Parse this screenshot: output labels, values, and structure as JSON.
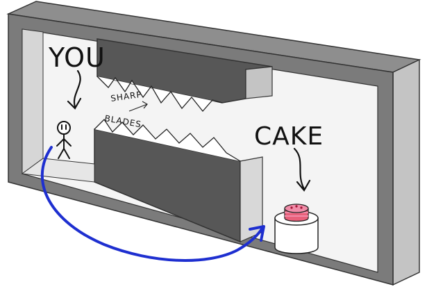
{
  "labels": {
    "you": "YOU",
    "cake": "CAKE",
    "sharp": "SHARP",
    "blades": "BLADES"
  },
  "colors": {
    "wall_front": "#7b7b7b",
    "wall_dark": "#575757",
    "wall_right": "#c4c4c4",
    "wall_top": "#8e8e8e",
    "inner_shade": "#d6d6d6",
    "floor": "#f2f2f2",
    "path": "#1e2fd0",
    "cake_frosting": "#f08ca8",
    "cake_layer": "#e8607a"
  },
  "icons": {
    "player": "stick-figure-icon",
    "goal": "cake-icon",
    "hazard": "blade-spikes-icon"
  }
}
